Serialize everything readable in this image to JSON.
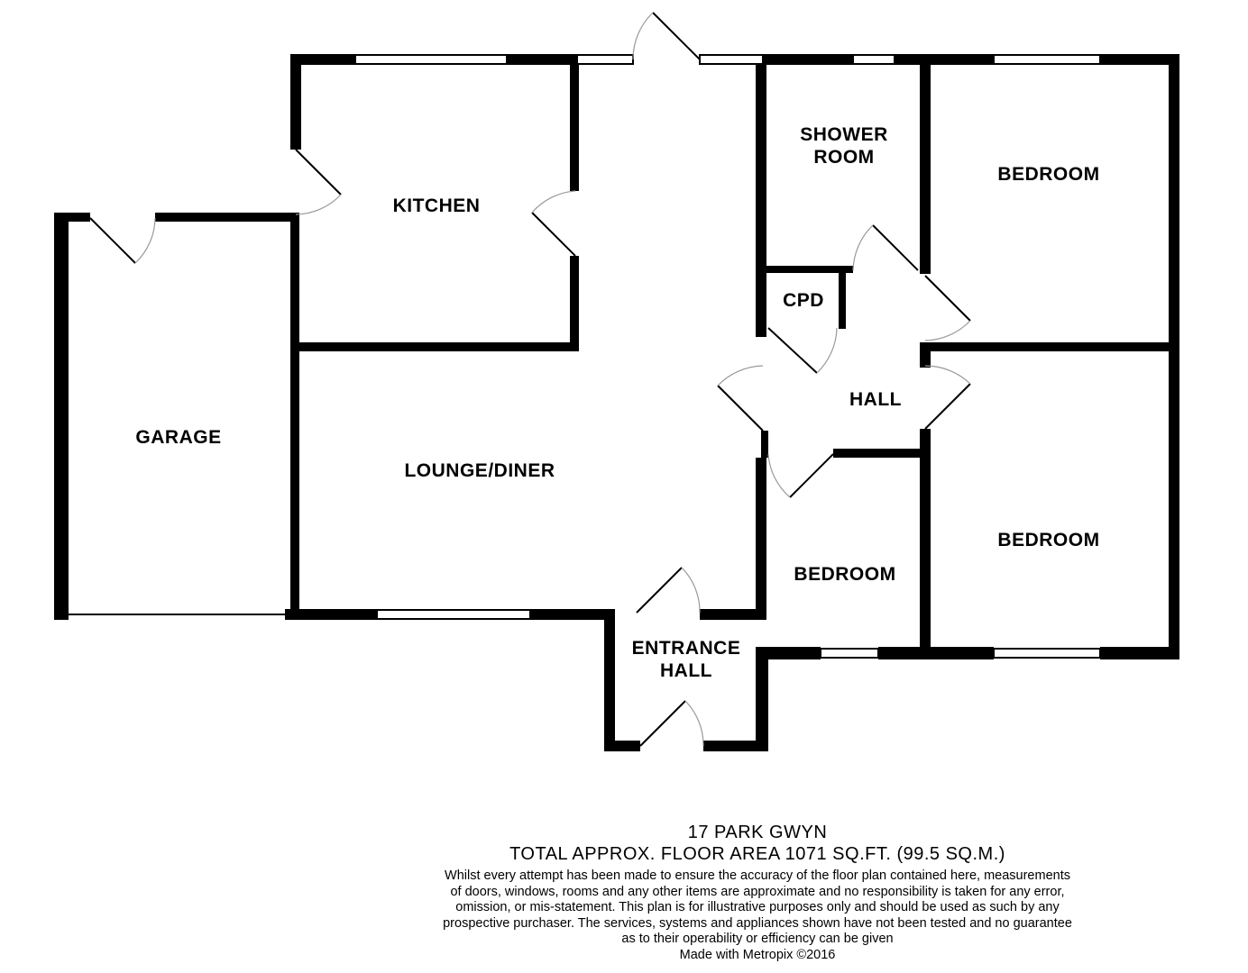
{
  "rooms": {
    "garage": "GARAGE",
    "kitchen": "KITCHEN",
    "lounge": "LOUNGE/DINER",
    "shower_line1": "SHOWER",
    "shower_line2": "ROOM",
    "bedroom_top": "BEDROOM",
    "cpd": "CPD",
    "hall": "HALL",
    "bedroom_bottom_right": "BEDROOM",
    "bedroom_small": "BEDROOM",
    "entrance_line1": "ENTRANCE",
    "entrance_line2": "HALL"
  },
  "footer": {
    "address": "17 PARK GWYN",
    "area": "TOTAL APPROX. FLOOR AREA 1071 SQ.FT. (99.5 SQ.M.)",
    "disclaimer_lines": [
      "Whilst every attempt has been made to ensure the accuracy of the floor plan contained here, measurements",
      "of doors, windows, rooms and any other items are approximate and no responsibility is taken for any error,",
      "omission, or mis-statement. This plan is for illustrative purposes only and should be used as such by any",
      "prospective purchaser. The services, systems and appliances shown have not been tested and no guarantee",
      "as to their operability or efficiency can be given"
    ],
    "made_with": "Made with Metropix ©2016"
  }
}
